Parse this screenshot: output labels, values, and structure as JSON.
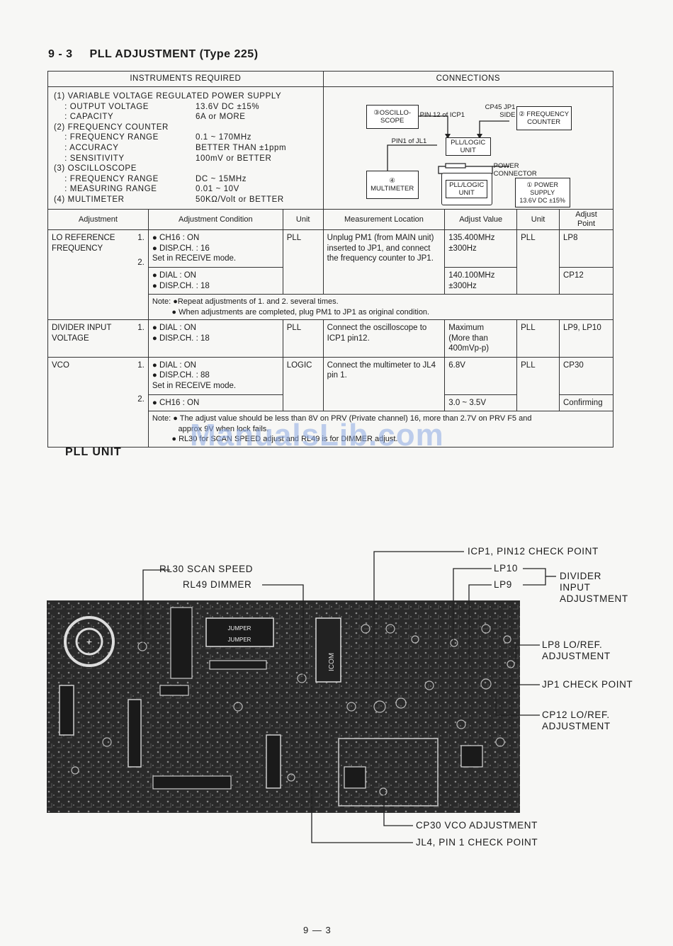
{
  "heading": {
    "num": "9 - 3",
    "title": "PLL ADJUSTMENT (Type 225)"
  },
  "table": {
    "instruments_header": "INSTRUMENTS REQUIRED",
    "connections_header": "CONNECTIONS",
    "instruments": [
      {
        "k": "(1) VARIABLE VOLTAGE REGULATED POWER SUPPLY",
        "v": ""
      },
      {
        "k": "    : OUTPUT VOLTAGE",
        "v": "13.6V DC ±15%"
      },
      {
        "k": "    : CAPACITY",
        "v": "6A or MORE"
      },
      {
        "k": "(2) FREQUENCY COUNTER",
        "v": ""
      },
      {
        "k": "    : FREQUENCY RANGE",
        "v": "0.1 ~ 170MHz"
      },
      {
        "k": "    : ACCURACY",
        "v": "BETTER THAN ±1ppm"
      },
      {
        "k": "    : SENSITIVITY",
        "v": "100mV or BETTER"
      },
      {
        "k": "(3) OSCILLOSCOPE",
        "v": ""
      },
      {
        "k": "    : FREQUENCY RANGE",
        "v": "DC ~ 15MHz"
      },
      {
        "k": "    : MEASURING RANGE",
        "v": "0.01 ~ 10V"
      },
      {
        "k": "(4) MULTIMETER",
        "v": "50KΩ/Volt or BETTER"
      }
    ],
    "connections": {
      "osc": "③OSCILLO-\nSCOPE",
      "pin12": "PIN 12 of ICP1",
      "cp45": "CP45 JP1\nSIDE",
      "counter": "② FREQUENCY\nCOUNTER",
      "pin1jl1": "PIN1 of JL1",
      "pll_unit_top": "PLL/LOGIC\nUNIT",
      "multimeter": "④\nMULTIMETER",
      "power_conn": "POWER\nCONNECTOR",
      "pll_unit_bot": "PLL/LOGIC\nUNIT",
      "power_supply": "① POWER\nSUPPLY\n13.6V DC ±15%"
    },
    "cols": {
      "adjustment": "Adjustment",
      "condition": "Adjustment Condition",
      "unit": "Unit",
      "location": "Measurement Location",
      "value": "Adjust Value",
      "unit2": "Unit",
      "point": "Adjust\nPoint"
    },
    "rows": {
      "lo": {
        "name": "LO REFERENCE\nFREQUENCY",
        "n1": "1.",
        "c1": "● CH16 : ON\n● DISP.CH. : 16\nSet in RECEIVE mode.",
        "n2": "2.",
        "c2": "● DIAL : ON\n● DISP.CH. : 18",
        "unit": "PLL",
        "loc": "Unplug PM1 (from MAIN unit) inserted to JP1, and connect the frequency counter to JP1.",
        "v1": "135.400MHz\n±300Hz",
        "v2": "140.100MHz\n±300Hz",
        "unit2": "PLL",
        "p1": "LP8",
        "p2": "CP12",
        "note": "Note: ●Repeat adjustments of 1. and 2. several times.\n         ● When adjustments are completed, plug PM1 to JP1 as original condition."
      },
      "div": {
        "name": "DIVIDER INPUT\nVOLTAGE",
        "n1": "1.",
        "c1": "● DIAL : ON\n● DISP.CH. : 18",
        "unit": "PLL",
        "loc": "Connect the oscilloscope to ICP1 pin12.",
        "v1": "Maximum\n(More than\n400mVp-p)",
        "unit2": "PLL",
        "p1": "LP9, LP10"
      },
      "vco": {
        "name": "VCO",
        "n1": "1.",
        "c1": "● DIAL : ON\n● DISP.CH. : 88\nSet in RECEIVE mode.",
        "n2": "2.",
        "c2": "● CH16 : ON",
        "unit": "LOGIC",
        "loc": "Connect the multimeter to JL4 pin 1.",
        "v1": "6.8V",
        "v2": "3.0 ~ 3.5V",
        "unit2": "PLL",
        "p1": "CP30",
        "p2": "Confirming",
        "note": "Note: ● The adjust value should be less than 8V on PRV (Private channel) 16, more than 2.7V on PRV F5 and\n            approx 9V when lock fails.\n         ● RL30 for SCAN SPEED adjust and RL49 is for DIMMER adjust."
      }
    }
  },
  "watermark": "ManualsLib.com",
  "pll_unit_title": "PLL UNIT",
  "board_labels": {
    "icom": "ICOM",
    "jumper": "JUMPER",
    "jumper2": "JUMPER"
  },
  "callouts": {
    "icp1": "ICP1, PIN12 CHECK POINT",
    "rl30": "RL30 SCAN SPEED",
    "rl49": "RL49 DIMMER",
    "lp10": "LP10",
    "lp9": "LP9",
    "divider": "DIVIDER\nINPUT\nADJUSTMENT",
    "lp8": "LP8 LO/REF.\nADJUSTMENT",
    "jp1": "JP1 CHECK POINT",
    "cp12": "CP12 LO/REF.\nADJUSTMENT",
    "cp30": "CP30 VCO ADJUSTMENT",
    "jl4": "JL4, PIN 1 CHECK POINT"
  },
  "footer": "9 — 3"
}
